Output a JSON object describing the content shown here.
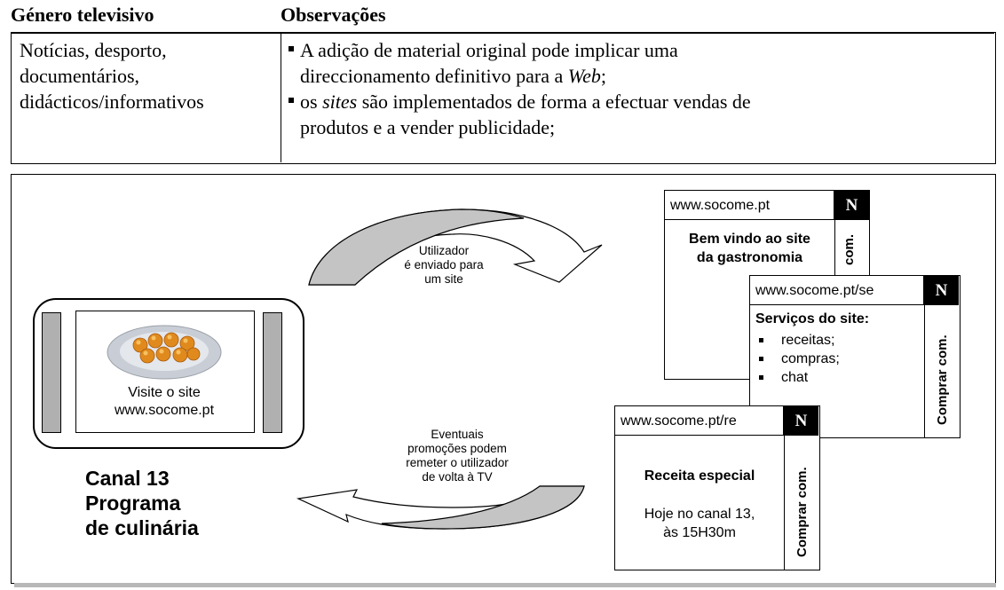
{
  "table": {
    "headers": [
      "Género televisivo",
      "Observações"
    ],
    "genre_lines": [
      "Notícias, desporto,",
      "documentários,",
      "didácticos/informativos"
    ],
    "obs": [
      {
        "line1_before": "A adição de material original pode implicar uma",
        "line2_before": "direccionamento definitivo para a ",
        "italic": "Web",
        "after": ";"
      },
      {
        "before": "os ",
        "italic": "sites",
        "line1_after": " são implementados de forma a efectuar vendas de",
        "line2": "produtos e a vender publicidade;"
      }
    ]
  },
  "diagram": {
    "tv": {
      "line1": "Visite o site",
      "line2": "www.socome.pt"
    },
    "channel_lines": [
      "Canal 13",
      "Programa",
      "de culinária"
    ],
    "arrow_top_lines": [
      "Utilizador",
      "é enviado para",
      "um site"
    ],
    "arrow_bottom_lines": [
      "Eventuais",
      "promoções podem",
      "remeter o utilizador",
      "de volta à TV"
    ],
    "site1": {
      "url": "www.socome.pt",
      "n": "N",
      "welcome_lines": [
        "Bem vindo ao site",
        "da gastronomia"
      ],
      "side": "com."
    },
    "site2": {
      "url": "www.socome.pt/se",
      "n": "N",
      "title": "Serviços do site:",
      "items": [
        "receitas;",
        "compras;",
        "chat"
      ],
      "side": "Comprar com."
    },
    "site3": {
      "url": "www.socome.pt/re",
      "n": "N",
      "title": "Receita especial",
      "body_lines": [
        "Hoje no canal 13,",
        "às 15H30m"
      ],
      "side": "Comprar com."
    }
  }
}
